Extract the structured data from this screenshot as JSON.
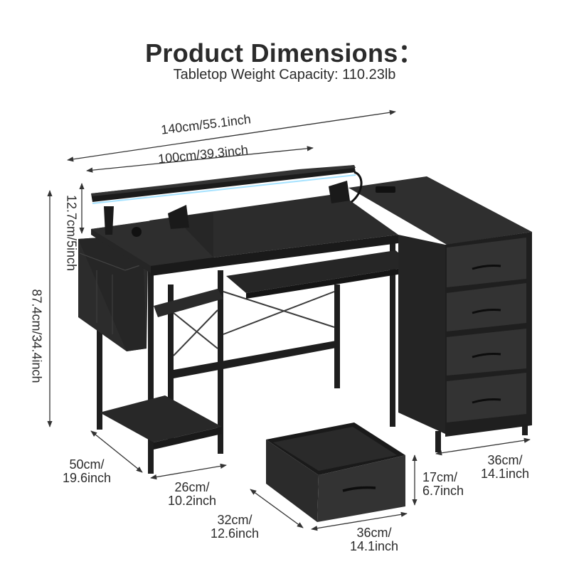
{
  "title": "Product Dimensions：",
  "subtitle": "Tabletop Weight Capacity: 110.23lb",
  "dimensions": {
    "total_width": "140cm/55.1inch",
    "desk_width": "100cm/39.3inch",
    "riser_height": "12.7cm/5inch",
    "total_height": "87.4cm/34.4inch",
    "depth_line1": "50cm/",
    "depth_line2": "19.6inch",
    "shelf_line1": "26cm/",
    "shelf_line2": "10.2inch",
    "cabinet_line1": "36cm/",
    "cabinet_line2": "14.1inch",
    "drawer_height_line1": "17cm/",
    "drawer_height_line2": "6.7inch",
    "drawer_depth_line1": "32cm/",
    "drawer_depth_line2": "12.6inch",
    "drawer_width_line1": "36cm/",
    "drawer_width_line2": "14.1inch"
  },
  "colors": {
    "desk": "#232323",
    "desk_top": "#2e2e2e",
    "fabric": "#2c2c2c",
    "line": "#333333"
  }
}
